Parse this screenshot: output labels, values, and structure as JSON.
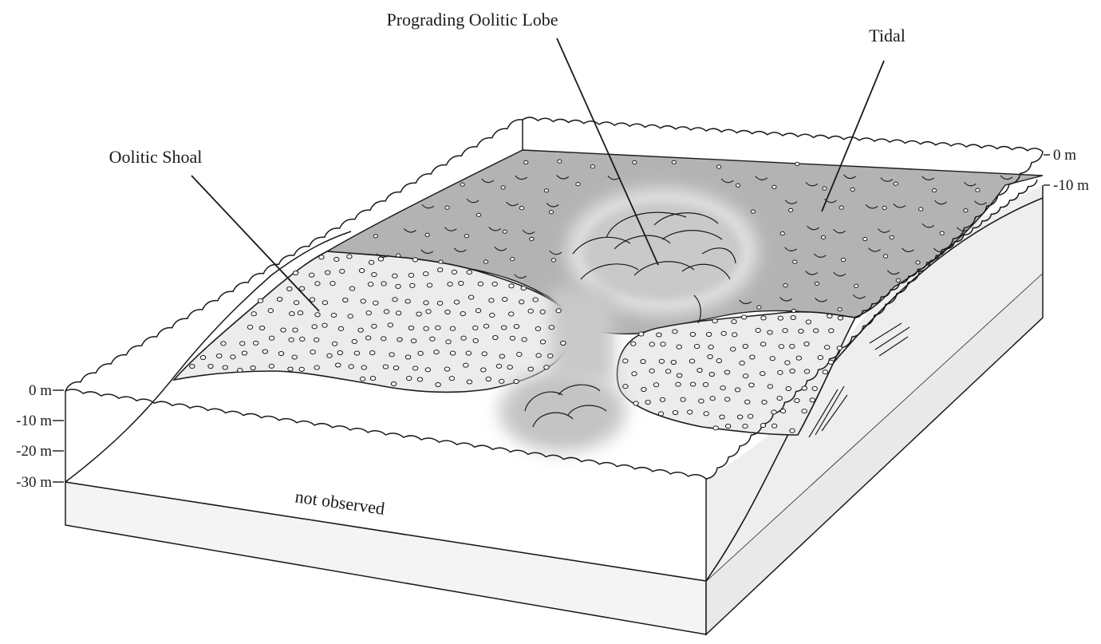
{
  "labels": {
    "lobe": "Prograding Oolitic Lobe",
    "tidal": "Tidal",
    "shoal": "Oolitic Shoal",
    "not_observed": "not observed"
  },
  "depth_scale_left": [
    "0 m",
    "-10 m",
    "-20 m",
    "-30 m"
  ],
  "depth_scale_right": [
    "0 m",
    "-10 m"
  ],
  "colors": {
    "tidal_fill": "#b3b3b3",
    "shoal_fill": "#ececec",
    "lobe_fill": "#c9c9c9",
    "block_side": "#f2f2f2",
    "ink": "#1a1a1a"
  },
  "icons": {
    "ooid": "small-circle",
    "ripple": "crescent"
  }
}
